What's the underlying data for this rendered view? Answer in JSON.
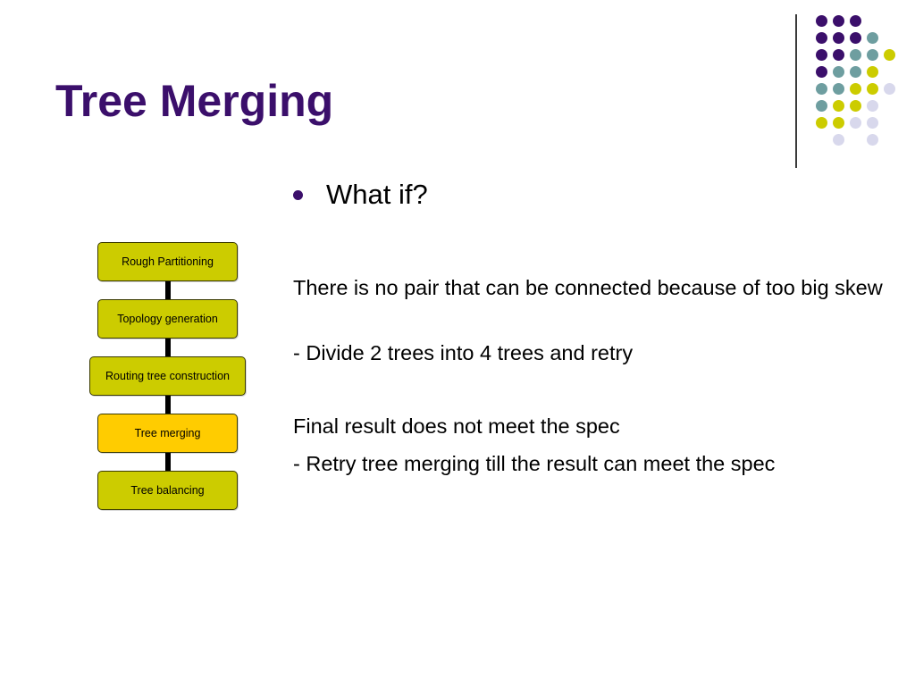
{
  "slide": {
    "title": "Tree Merging",
    "bullet": "What if?",
    "paragraphs": [
      "There is no pair that can be connected because of too big skew",
      "- Divide 2 trees into 4 trees and retry",
      "Final result does not meet the spec",
      "- Retry tree merging till the result can meet the spec"
    ]
  },
  "flowchart": {
    "steps": [
      "Rough Partitioning",
      "Topology generation",
      "Routing tree construction",
      "Tree merging",
      "Tree balancing"
    ],
    "highlighted_step": "Tree merging"
  },
  "theme": {
    "title_color": "#3b0f6b",
    "box_color": "#cccc00",
    "highlight_color": "#ffcc00",
    "dot_palette": {
      "purple": "#3b0f6b",
      "teal": "#6e9ea0",
      "yellow": "#cccc00",
      "lavender": "#d8d8ec"
    }
  }
}
